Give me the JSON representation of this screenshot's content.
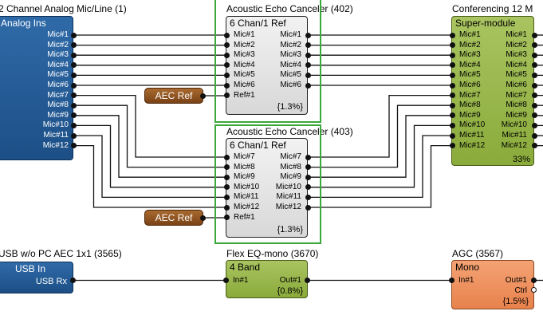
{
  "titles": {
    "analog": "2 Channel Analog Mic/Line (1)",
    "aec402": "Acoustic Echo Canceler (402)",
    "conf": "Conferencing 12 M",
    "aec403": "Acoustic Echo Canceler (403)",
    "usb": "USB w/o PC AEC 1x1 (3565)",
    "eq": "Flex EQ-mono (3670)",
    "agc": "AGC (3567)"
  },
  "analog_block": {
    "name": "Analog Ins",
    "ports": [
      "Mic#1",
      "Mic#2",
      "Mic#3",
      "Mic#4",
      "Mic#5",
      "Mic#6",
      "Mic#7",
      "Mic#8",
      "Mic#9",
      "Mic#10",
      "Mic#11",
      "Mic#12"
    ]
  },
  "aec402_block": {
    "name": "6 Chan/1 Ref",
    "inputs": [
      "Mic#1",
      "Mic#2",
      "Mic#3",
      "Mic#4",
      "Mic#5",
      "Mic#6",
      "Ref#1"
    ],
    "outputs": [
      "Mic#1",
      "Mic#2",
      "Mic#3",
      "Mic#4",
      "Mic#5",
      "Mic#6"
    ],
    "usage": "{1.3%}"
  },
  "aec403_block": {
    "name": "6 Chan/1 Ref",
    "inputs": [
      "Mic#7",
      "Mic#8",
      "Mic#9",
      "Mic#10",
      "Mic#11",
      "Mic#12",
      "Ref#1"
    ],
    "outputs": [
      "Mic#7",
      "Mic#8",
      "Mic#9",
      "Mic#10",
      "Mic#11",
      "Mic#12"
    ],
    "usage": "{1.3%}"
  },
  "aec_ref_label": "AEC Ref",
  "conf_block": {
    "name": "Super-module",
    "inputs": [
      "Mic#1",
      "Mic#2",
      "Mic#3",
      "Mic#4",
      "Mic#5",
      "Mic#6",
      "Mic#7",
      "Mic#8",
      "Mic#9",
      "Mic#10",
      "Mic#11",
      "Mic#12"
    ],
    "outputs": [
      "Mic#1",
      "Mic#2",
      "Mic#3",
      "Mic#4",
      "Mic#5",
      "Mic#6",
      "Mic#7",
      "Mic#8",
      "Mic#9",
      "Mic#10",
      "Mic#11",
      "Mic#12"
    ],
    "usage": "33%"
  },
  "usb_block": {
    "name": "USB In",
    "port": "USB Rx"
  },
  "eq_block": {
    "name": "4 Band",
    "input": "In#1",
    "output": "Out#1",
    "usage": "{0.8%}"
  },
  "agc_block": {
    "name": "Mono",
    "input": "In#1",
    "output": "Out#1",
    "ctrl": "Ctrl",
    "usage": "{1.5%}"
  },
  "colors": {
    "selection": "#3aa83a",
    "analog": "#1c4f86",
    "aec": "#d8d8d8",
    "conf": "#8aab3b",
    "agc": "#e8824c",
    "aec_ref": "#7a4316"
  }
}
